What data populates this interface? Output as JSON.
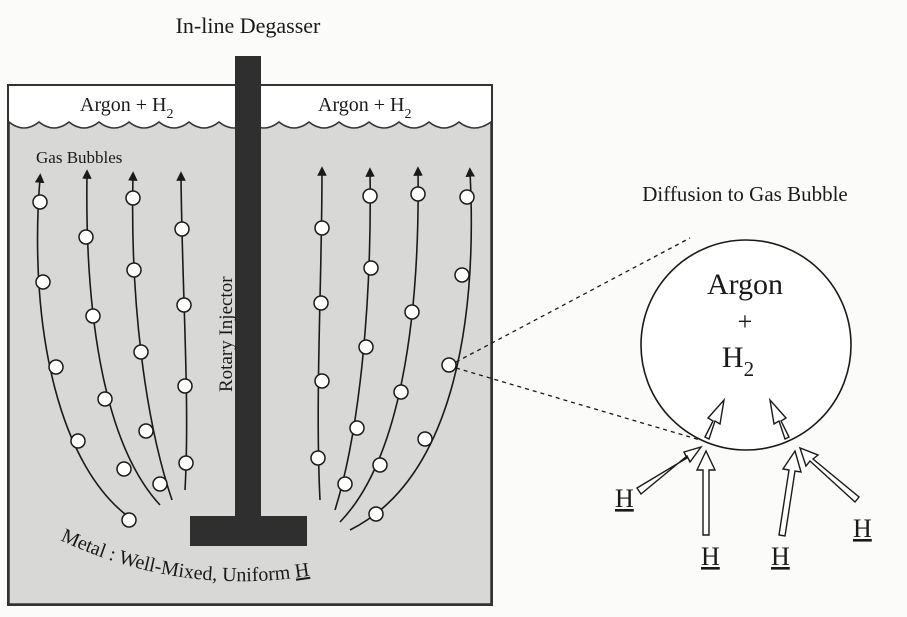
{
  "title": "In-line Degasser",
  "surface_left": "Argon + H",
  "surface_right": "Argon + H",
  "subscript_2": "2",
  "bubbles_label": "Gas Bubbles",
  "injector_label": "Rotary Injector",
  "metal_label_prefix": "Metal : Well-Mixed, Uniform ",
  "metal_label_h": "H",
  "inset_title": "Diffusion to Gas Bubble",
  "inset_argon": "Argon",
  "inset_plus": "+",
  "inset_h2": "H",
  "inset_h2_sub": "2",
  "h_atom": "H",
  "colors": {
    "melt": "#d8d8d6",
    "injector": "#2f2f2f",
    "ink": "#1a1a1a"
  }
}
